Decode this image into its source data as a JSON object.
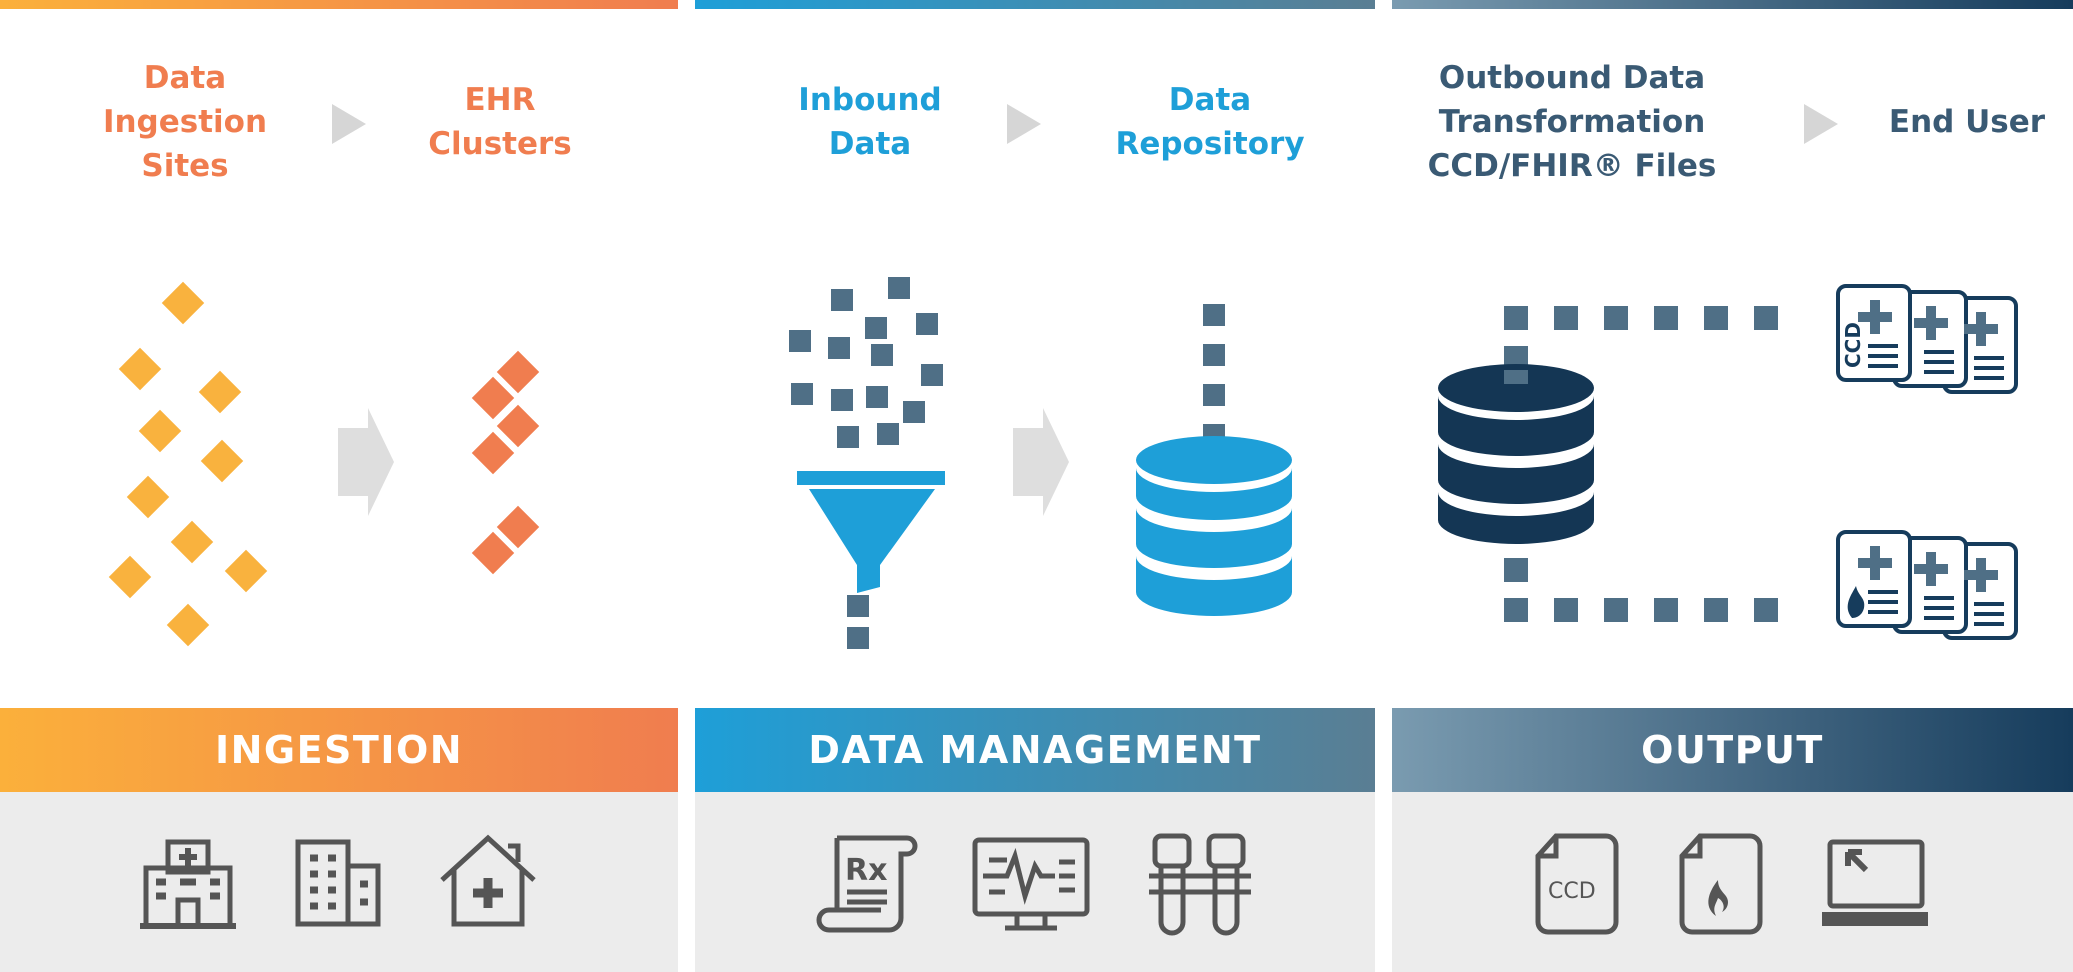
{
  "colors": {
    "ingestion_gradient": [
      "#fbb03b",
      "#f07d4f"
    ],
    "data_mgmt_gradient": [
      "#1e9fd8",
      "#5a7e93"
    ],
    "output_gradient": [
      "#7a9bb0",
      "#163c5c"
    ],
    "ingestion_text": "#f07d4f",
    "data_mgmt_text": "#1e9fd8",
    "output_text": "#3a5a74",
    "footer_bg": "#ececec",
    "icon_gray": "#555555"
  },
  "ingestion": {
    "step1": "Data Ingestion Sites",
    "step1_lines": [
      "Data",
      "Ingestion",
      "Sites"
    ],
    "step2_lines": [
      "EHR",
      "Clusters"
    ],
    "band_label": "INGESTION",
    "footer_icons": [
      "hospital-icon",
      "office-building-icon",
      "home-health-icon"
    ]
  },
  "data_management": {
    "step1_lines": [
      "Inbound",
      "Data"
    ],
    "step2_lines": [
      "Data",
      "Repository"
    ],
    "band_label": "DATA MANAGEMENT",
    "footer_icons": [
      "prescription-icon",
      "vital-monitor-icon",
      "lab-test-tubes-icon"
    ]
  },
  "output": {
    "step1_lines": [
      "Outbound Data",
      "Transformation",
      "CCD/FHIR® Files"
    ],
    "step2_lines": [
      "End User"
    ],
    "band_label": "OUTPUT",
    "file_label": "CCD",
    "footer_icons": [
      "ccd-file-icon",
      "fhir-file-icon",
      "laptop-icon"
    ]
  }
}
